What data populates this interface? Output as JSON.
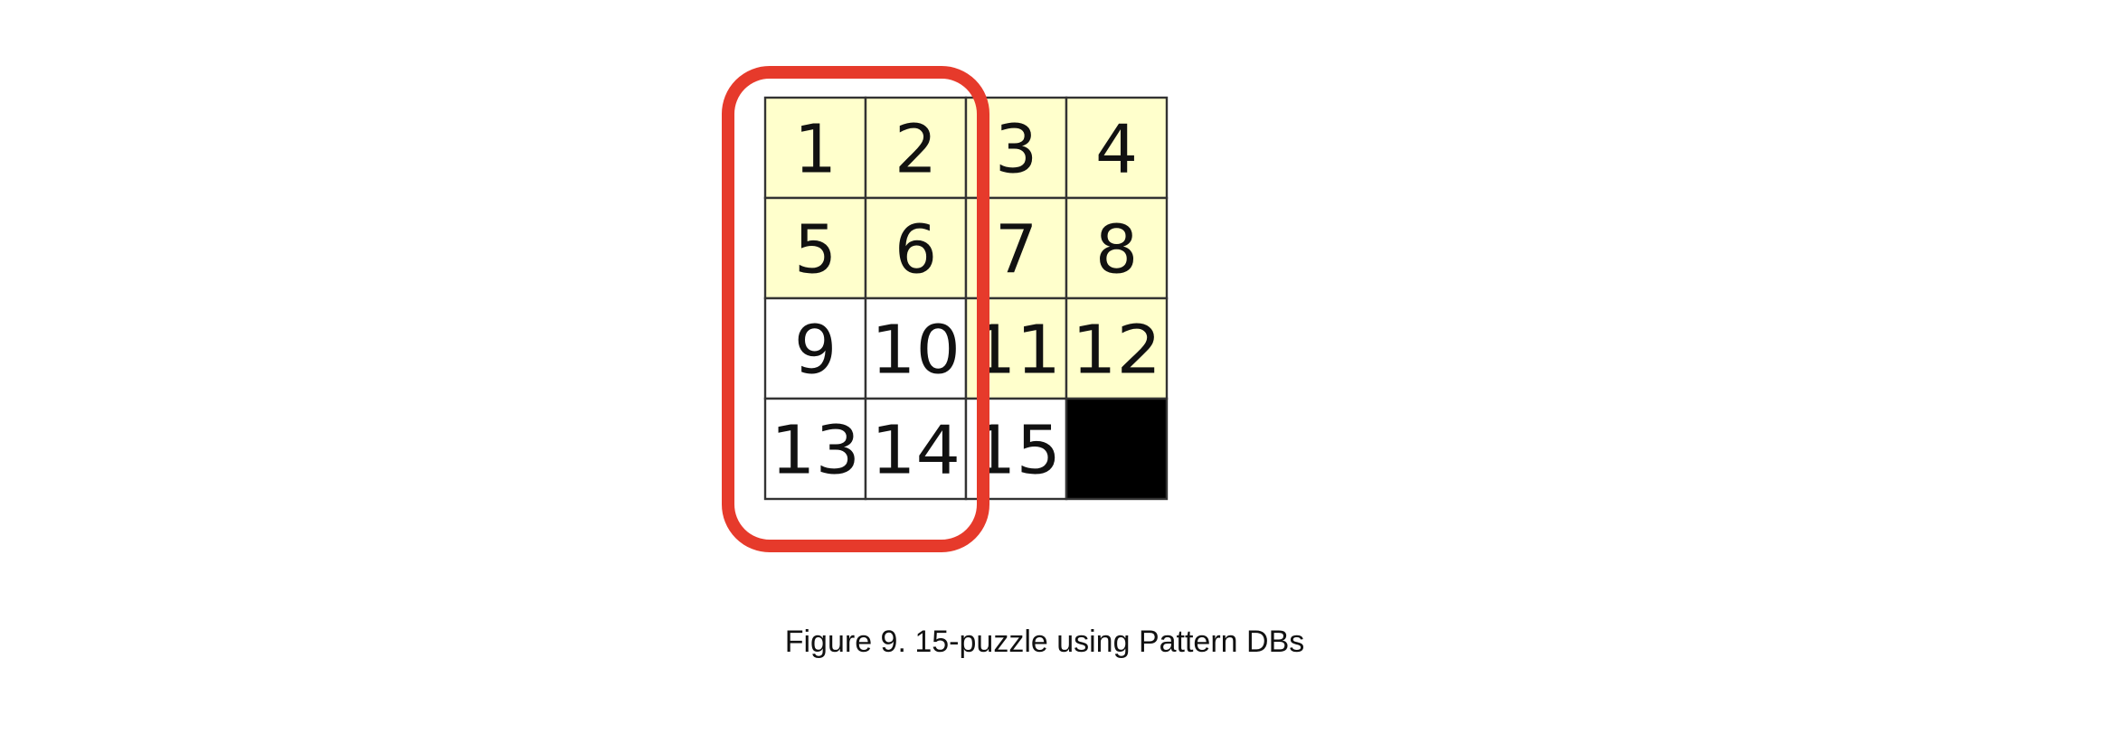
{
  "puzzle": {
    "rows": [
      [
        {
          "label": "1",
          "highlight": true
        },
        {
          "label": "2",
          "highlight": true
        },
        {
          "label": "3",
          "highlight": true
        },
        {
          "label": "4",
          "highlight": true
        }
      ],
      [
        {
          "label": "5",
          "highlight": true
        },
        {
          "label": "6",
          "highlight": true
        },
        {
          "label": "7",
          "highlight": true
        },
        {
          "label": "8",
          "highlight": true
        }
      ],
      [
        {
          "label": "9",
          "highlight": false
        },
        {
          "label": "10",
          "highlight": false
        },
        {
          "label": "11",
          "highlight": true
        },
        {
          "label": "12",
          "highlight": true
        }
      ],
      [
        {
          "label": "13",
          "highlight": false
        },
        {
          "label": "14",
          "highlight": false
        },
        {
          "label": "15",
          "highlight": false
        },
        {
          "label": "",
          "highlight": false,
          "blank": true
        }
      ]
    ],
    "pattern_group_columns": [
      0,
      1
    ]
  },
  "colors": {
    "highlight_fill": "#ffffcc",
    "plain_fill": "#ffffff",
    "blank_fill": "#000000",
    "group_outline": "#e63a2b",
    "grid_line": "#333333",
    "text": "#111111"
  },
  "caption": "Figure 9. 15-puzzle using Pattern DBs"
}
